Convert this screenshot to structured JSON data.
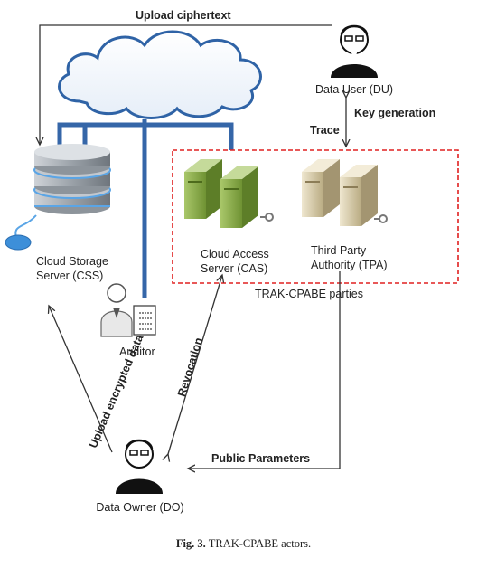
{
  "labels": {
    "upload_ciphertext": "Upload ciphertext",
    "data_user": "Data User (DU)",
    "key_generation": "Key generation",
    "trace": "Trace",
    "css_line1": "Cloud Storage",
    "css_line2": "Server (CSS)",
    "cas_line1": "Cloud Access",
    "cas_line2": "Server (CAS)",
    "tpa_line1": "Third Party",
    "tpa_line2": "Authority (TPA)",
    "parties": "TRAK-CPABE parties",
    "auditor": "Auditor",
    "upload_encrypted": "Upload encrypted data",
    "revocation": "Revocation",
    "public_parameters": "Public Parameters",
    "data_owner": "Data Owner (DO)"
  },
  "caption": {
    "prefix": "Fig. 3.",
    "text": "TRAK-CPABE actors."
  },
  "colors": {
    "cloud_fill": "#ffffff",
    "cloud_stroke": "#2f63a6",
    "pipe": "#3566a8",
    "dashed_box": "#e02020",
    "arrow": "#333333",
    "server_green": "#8db04c",
    "server_beige": "#d7cba6",
    "storage_blue": "#5aa5e6"
  }
}
